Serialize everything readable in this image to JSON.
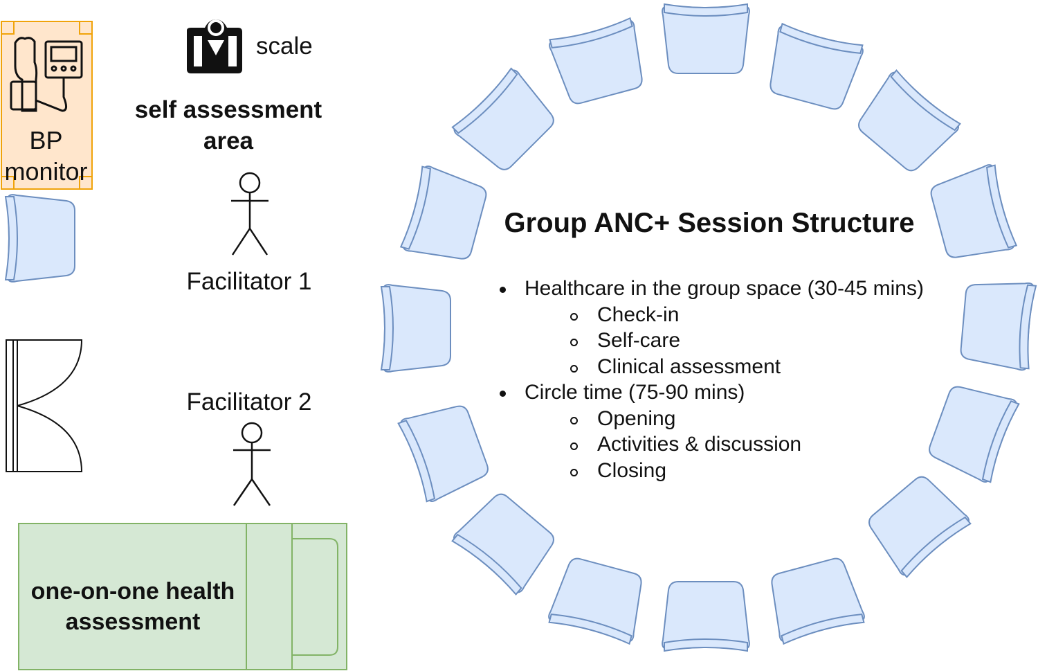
{
  "labels": {
    "bp_monitor_line1": "BP",
    "bp_monitor_line2": "monitor",
    "scale": "scale",
    "self_assessment_line1": "self assessment",
    "self_assessment_line2": "area",
    "facilitator_1": "Facilitator 1",
    "facilitator_2": "Facilitator 2",
    "one_on_one_line1": "one-on-one health",
    "one_on_one_line2": "assessment"
  },
  "session": {
    "title": "Group ANC+ Session Structure",
    "items": [
      {
        "label": "Healthcare in the group space (30-45 mins)",
        "subitems": [
          "Check-in",
          "Self-care",
          "Clinical assessment"
        ]
      },
      {
        "label": "Circle time (75-90 mins)",
        "subitems": [
          "Opening",
          "Activities & discussion",
          "Closing"
        ]
      }
    ]
  },
  "colors": {
    "chair_fill": "#dae8fc",
    "chair_stroke": "#6c8ebf",
    "bp_fill": "#ffe6cc",
    "bp_stroke": "#f0a30a",
    "bed_fill": "#d5e8d4",
    "bed_stroke": "#82b366"
  },
  "icons": [
    "blood-pressure-monitor-icon",
    "weighing-scale-icon",
    "chair-icon",
    "person-icon",
    "folding-screen-icon",
    "bed-icon"
  ]
}
